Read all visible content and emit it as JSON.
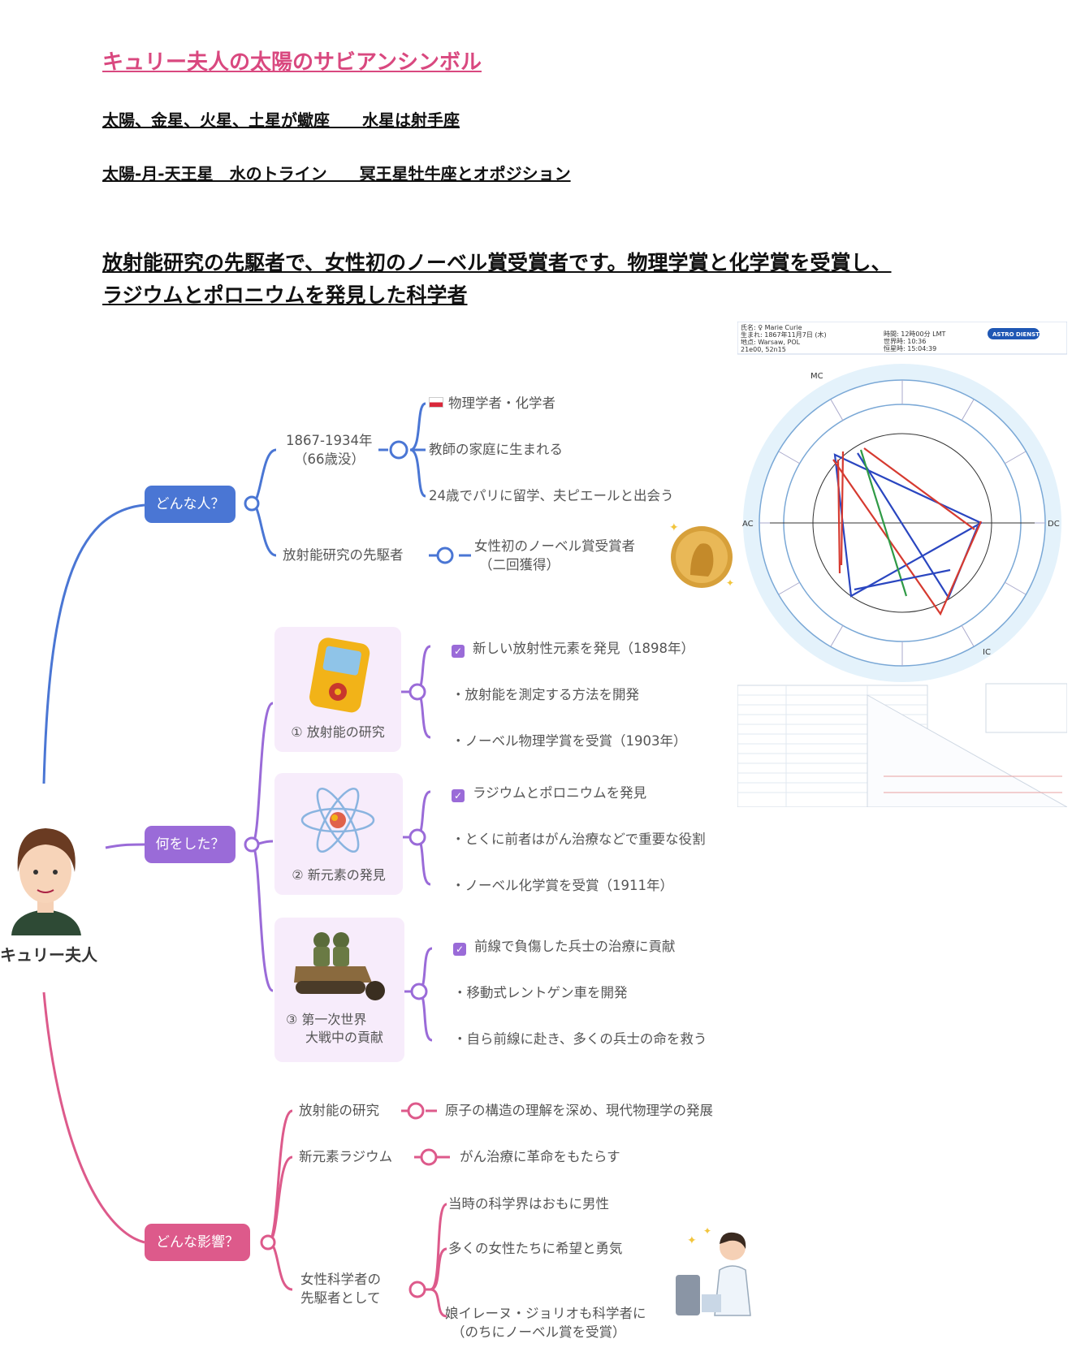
{
  "header": {
    "title": "キュリー夫人の太陽のサビアンシンボル",
    "line1": "太陽、金星、火星、土星が蠍座　　水星は射手座",
    "line2": "太陽-月-天王星　水のトライン　　冥王星牡牛座とオポジション",
    "desc1": "放射能研究の先駆者で、女性初のノーベル賞受賞者です。物理学賞と化学賞を受賞し、",
    "desc2": "ラジウムとポロニウムを発見した科学者"
  },
  "root": {
    "label": "キュリー夫人"
  },
  "branch_who": {
    "label": "どんな人？",
    "years": "1867-1934年",
    "age": "（66歳没）",
    "items": [
      "物理学者・化学者",
      "教師の家庭に生まれる",
      "24歳でパリに留学、夫ピエールと出会う"
    ],
    "pioneer": "放射能研究の先駆者",
    "nobel1": "女性初のノーベル賞受賞者",
    "nobel2": "（二回獲得）"
  },
  "branch_what": {
    "label": "何をした？",
    "cards": [
      {
        "caption": "① 放射能の研究",
        "items": [
          "新しい放射性元素を発見（1898年）",
          "・放射能を測定する方法を開発",
          "・ノーベル物理学賞を受賞（1903年）"
        ]
      },
      {
        "caption": "② 新元素の発見",
        "items": [
          "ラジウムとポロニウムを発見",
          "・とくに前者はがん治療などで重要な役割",
          "・ノーベル化学賞を受賞（1911年）"
        ]
      },
      {
        "caption1": "③ 第一次世界",
        "caption2": "大戦中の貢献",
        "items": [
          "前線で負傷した兵士の治療に貢献",
          "・移動式レントゲン車を開発",
          "・自ら前線に赴き、多くの兵士の命を救う"
        ]
      }
    ]
  },
  "branch_impact": {
    "label": "どんな影響？",
    "rows": [
      {
        "left": "放射能の研究",
        "right": "原子の構造の理解を深め、現代物理学の発展"
      },
      {
        "left": "新元素ラジウム",
        "right": "がん治療に革命をもたらす"
      }
    ],
    "women_label1": "女性科学者の",
    "women_label2": "先駆者として",
    "women_items": [
      "当時の科学界はおもに男性",
      "多くの女性たちに希望と勇気",
      "娘イレーヌ・ジョリオも科学者に",
      "（のちにノーベル賞を受賞）"
    ]
  },
  "chart": {
    "name": "氏名: ♀ Marie Curie",
    "birth": "生まれ: 1867年11月7日 (木)",
    "place": "地点: Warsaw, POL",
    "coords": "21e00, 52n15",
    "time": "時間: 12時00分 LMT",
    "ut": "世界時: 10:36",
    "sid": "恒星時: 15:04:39",
    "brand": "ASTRO DIENST",
    "dc": "DC",
    "ac": "AC",
    "ic": "IC",
    "mc": "MC"
  },
  "colors": {
    "blue": "#4a76d4",
    "purple": "#9a6bd8",
    "pink": "#dd5a8b",
    "title": "#d9487f"
  }
}
